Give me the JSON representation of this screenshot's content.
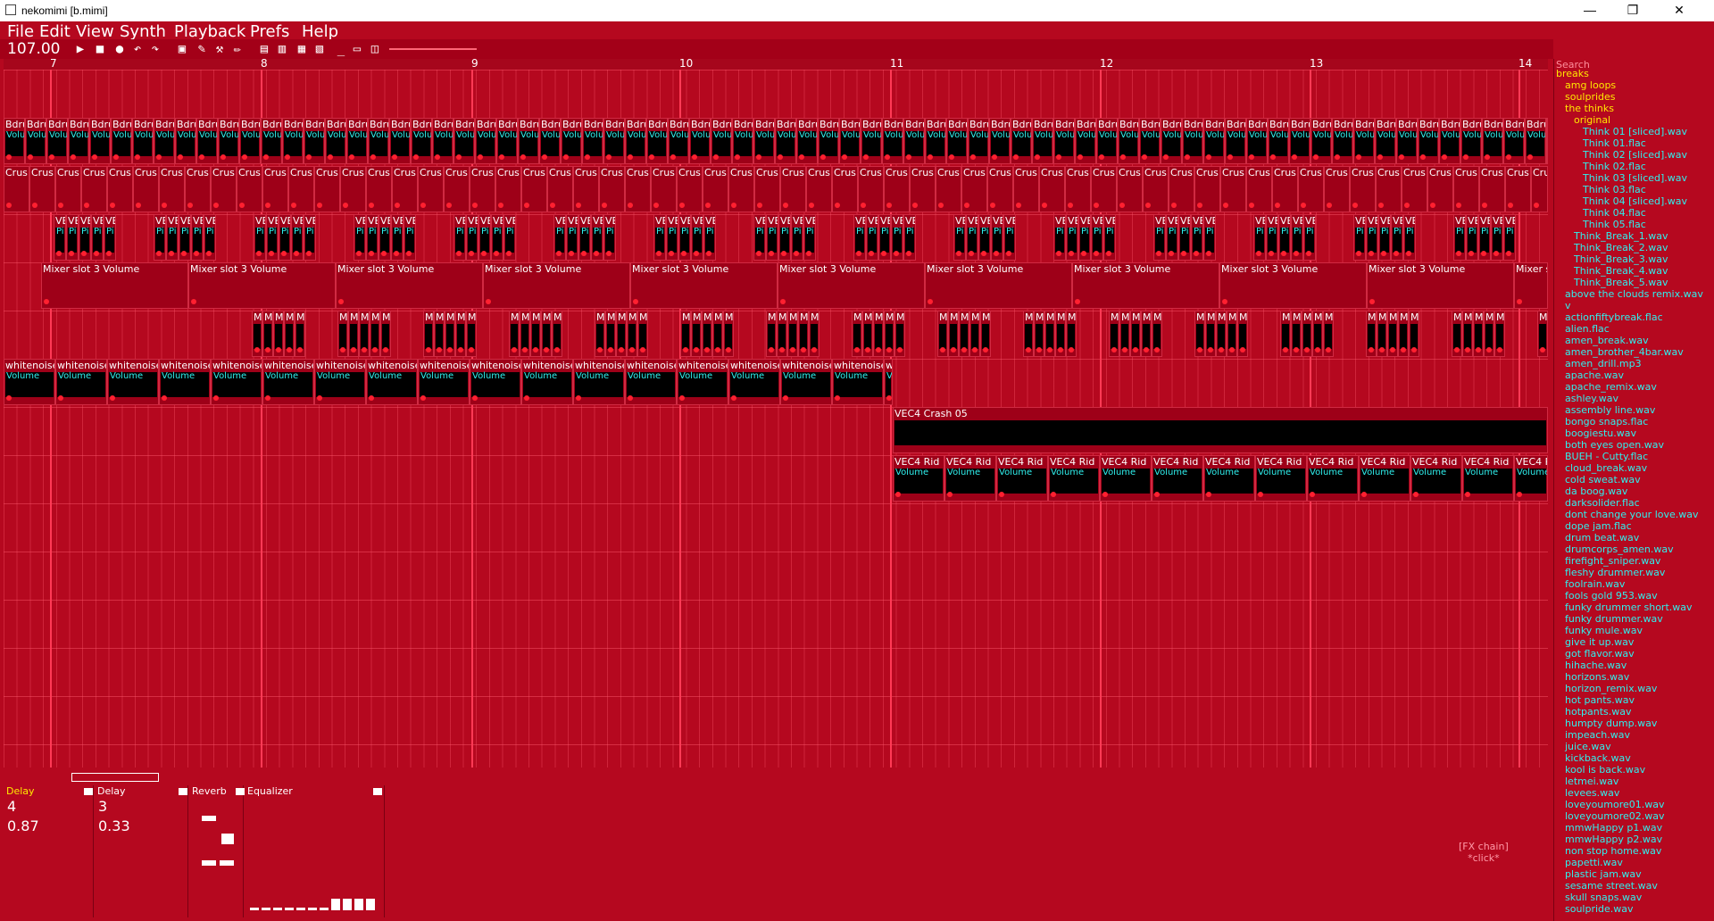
{
  "window": {
    "title": "nekomimi [b.mimi]"
  },
  "menu": [
    "File",
    "Edit",
    "View",
    "Synth",
    "Playback",
    "Prefs",
    "Help"
  ],
  "toolbar": {
    "tempo": "107.00"
  },
  "icons": {
    "play": "▶",
    "stop": "■",
    "record": "●",
    "undo": "↶",
    "redo": "↷",
    "save": "💾",
    "edit": "✎",
    "pencil": "✏",
    "minimize": "—",
    "maximize": "❐",
    "close": "✕"
  },
  "ruler": [
    "7",
    "8",
    "9",
    "10",
    "11",
    "12",
    "13",
    "14"
  ],
  "tracks": [
    {
      "clip_label": "Bdrum",
      "param": "Volu"
    },
    {
      "clip_label": "Crus",
      "param": ""
    },
    {
      "clip_label": "VEVE",
      "param": "Pi"
    },
    {
      "clip_label": "Mixer slot 3 Volume",
      "param": ""
    },
    {
      "clip_label": "Mi",
      "param": ""
    },
    {
      "clip_label": "whitenoise",
      "param": "Volume"
    },
    {
      "clip_label": "VEC4 Crash 05",
      "param": ""
    },
    {
      "clip_label": "VEC4 Rid",
      "param": "Volume"
    }
  ],
  "fx": {
    "delay1": {
      "title": "Delay",
      "value1": "4",
      "value2": "0.87"
    },
    "delay2": {
      "title": "Delay",
      "value1": "3",
      "value2": "0.33"
    },
    "reverb": {
      "title": "Reverb"
    },
    "eq": {
      "title": "Equalizer"
    },
    "eq_levels": [
      0.02,
      0.02,
      0.02,
      0.02,
      0.02,
      0.02,
      0.02,
      0.1,
      0.1,
      0.1,
      0.1
    ],
    "chain_hint_1": "[FX chain]",
    "chain_hint_2": "*click*"
  },
  "browser": {
    "search_placeholder": "Search",
    "folders": [
      {
        "name": "breaks",
        "depth": 0
      },
      {
        "name": "amg loops",
        "depth": 1
      },
      {
        "name": "soulprides",
        "depth": 1
      },
      {
        "name": "the thinks",
        "depth": 1
      },
      {
        "name": "original",
        "depth": 2
      }
    ],
    "files_original": [
      "Think 01 [sliced].wav",
      "Think 01.flac",
      "Think 02 [sliced].wav",
      "Think 02.flac",
      "Think 03 [sliced].wav",
      "Think 03.flac",
      "Think 04 [sliced].wav",
      "Think 04.flac",
      "Think 05.flac"
    ],
    "files_thinks": [
      "Think_Break_1.wav",
      "Think_Break_2.wav",
      "Think_Break_3.wav",
      "Think_Break_4.wav",
      "Think_Break_5.wav"
    ],
    "files_breaks": [
      "above the clouds remix.wav",
      "v",
      "actionfiftybreak.flac",
      "alien.flac",
      "amen_break.wav",
      "amen_brother_4bar.wav",
      "amen_drill.mp3",
      "apache.wav",
      "apache_remix.wav",
      "ashley.wav",
      "assembly line.wav",
      "bongo snaps.flac",
      "boogiestu.wav",
      "both eyes open.wav",
      "BUEH - Cutty.flac",
      "cloud_break.wav",
      "cold sweat.wav",
      "da boog.wav",
      "darksolider.flac",
      "dont change your love.wav",
      "dope jam.flac",
      "drum beat.wav",
      "drumcorps_amen.wav",
      "firefight_sniper.wav",
      "fleshy drummer.wav",
      "foolrain.wav",
      "fools gold 953.wav",
      "funky drummer short.wav",
      "funky drummer.wav",
      "funky mule.wav",
      "give it up.wav",
      "got flavor.wav",
      "hihache.wav",
      "horizons.wav",
      "horizon_remix.wav",
      "hot pants.wav",
      "hotpants.wav",
      "humpty dump.wav",
      "impeach.wav",
      "juice.wav",
      "kickback.wav",
      "kool is back.wav",
      "letmei.wav",
      "levees.wav",
      "loveyoumore01.wav",
      "loveyoumore02.wav",
      "mmwHappy p1.wav",
      "mmwHappy p2.wav",
      "non stop home.wav",
      "papetti.wav",
      "plastic jam.wav",
      "sesame street.wav",
      "skull snaps.wav",
      "soulpride.wav"
    ]
  }
}
